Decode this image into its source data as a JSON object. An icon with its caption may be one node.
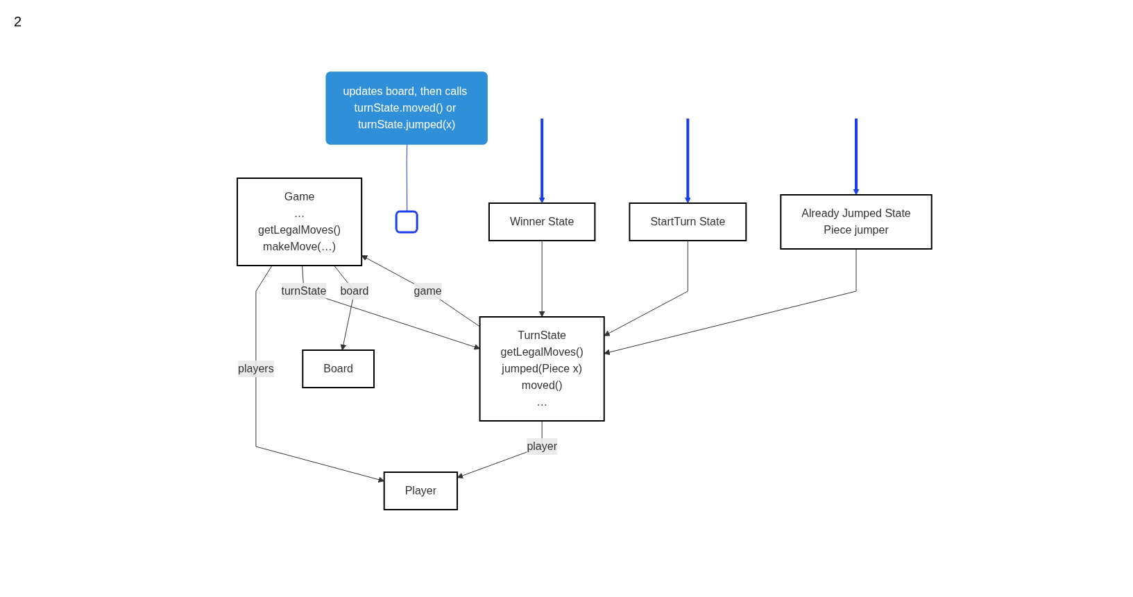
{
  "diagram": {
    "nodes": [
      {
        "text": [
          "Player"
        ]
      },
      {
        "text": [
          "Game",
          "…",
          "getLegalMoves()",
          "makeMove(…)"
        ]
      },
      {
        "text": [
          "Board"
        ]
      },
      {
        "text": [
          "TurnState",
          "getLegalMoves()",
          "jumped(Piece x)",
          "moved()",
          "…"
        ]
      },
      {
        "text": [
          "updates board, then calls turnState.moved() or turnState.jumped(x)"
        ]
      },
      {
        "text": [],
        "shape": "box"
      },
      {
        "text": [
          "Winner State"
        ]
      },
      {
        "text": [
          "StartTurn State"
        ]
      },
      {
        "text": [
          "Already Jumped State",
          "Piece jumper"
        ]
      }
    ],
    "edges": [
      {
        "from": 1,
        "to": 0,
        "arrow": "to",
        "label": "players"
      },
      {
        "from": 3,
        "to": 0,
        "arrow": "to",
        "label": "player"
      },
      {
        "from": 1,
        "to": 3,
        "arrow": "to",
        "label": "turnState"
      },
      {
        "from": 3,
        "to": 1,
        "arrow": "to",
        "label": "game"
      },
      {
        "from": 1,
        "to": 2,
        "arrow": "to",
        "label": "board"
      },
      {
        "from": 6,
        "to": 3,
        "arrow": "to"
      },
      {
        "from": 7,
        "to": 3,
        "arrow": "to"
      },
      {
        "from": 8,
        "to": 3,
        "arrow": "to"
      },
      {
        "from": 4,
        "to": 5,
        "arrow": "none",
        "color": "#1a3cf0"
      },
      {
        "from": null,
        "to": 6,
        "arrow": "to",
        "style": "thick",
        "color": "#1a3cf0"
      },
      {
        "from": null,
        "to": 7,
        "arrow": "to",
        "style": "thick",
        "color": "#1a3cf0"
      },
      {
        "from": null,
        "to": 8,
        "arrow": "to",
        "style": "thick",
        "color": "#1a3cf0"
      }
    ],
    "labels": [
      "2"
    ]
  }
}
